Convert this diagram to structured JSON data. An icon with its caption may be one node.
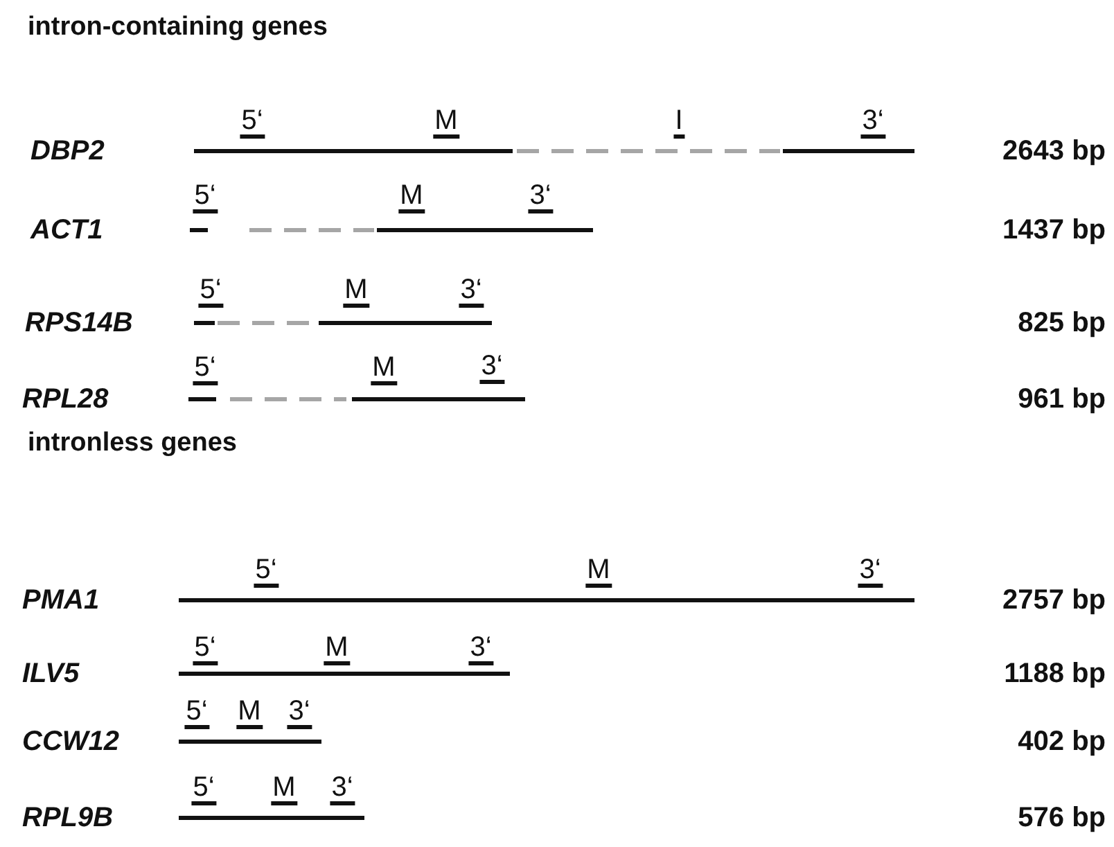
{
  "diagram": {
    "labels": [
      "intron-containing genes",
      "5‘",
      "M",
      "I",
      "3‘",
      "DBP2",
      "2643 bp",
      "5‘",
      "M",
      "3‘",
      "ACT1",
      "1437 bp",
      "5‘",
      "M",
      "3‘",
      "RPS14B",
      "825 bp",
      "5‘",
      "M",
      "3‘",
      "RPL28",
      "961 bp",
      "intronless genes",
      "5‘",
      "M",
      "3‘",
      "PMA1",
      "2757 bp",
      "5‘",
      "M",
      "3‘",
      "ILV5",
      "1188 bp",
      "5‘",
      "M",
      "3‘",
      "CCW12",
      "402 bp",
      "5‘",
      "M",
      "3‘",
      "RPL9B",
      "576 bp"
    ]
  }
}
